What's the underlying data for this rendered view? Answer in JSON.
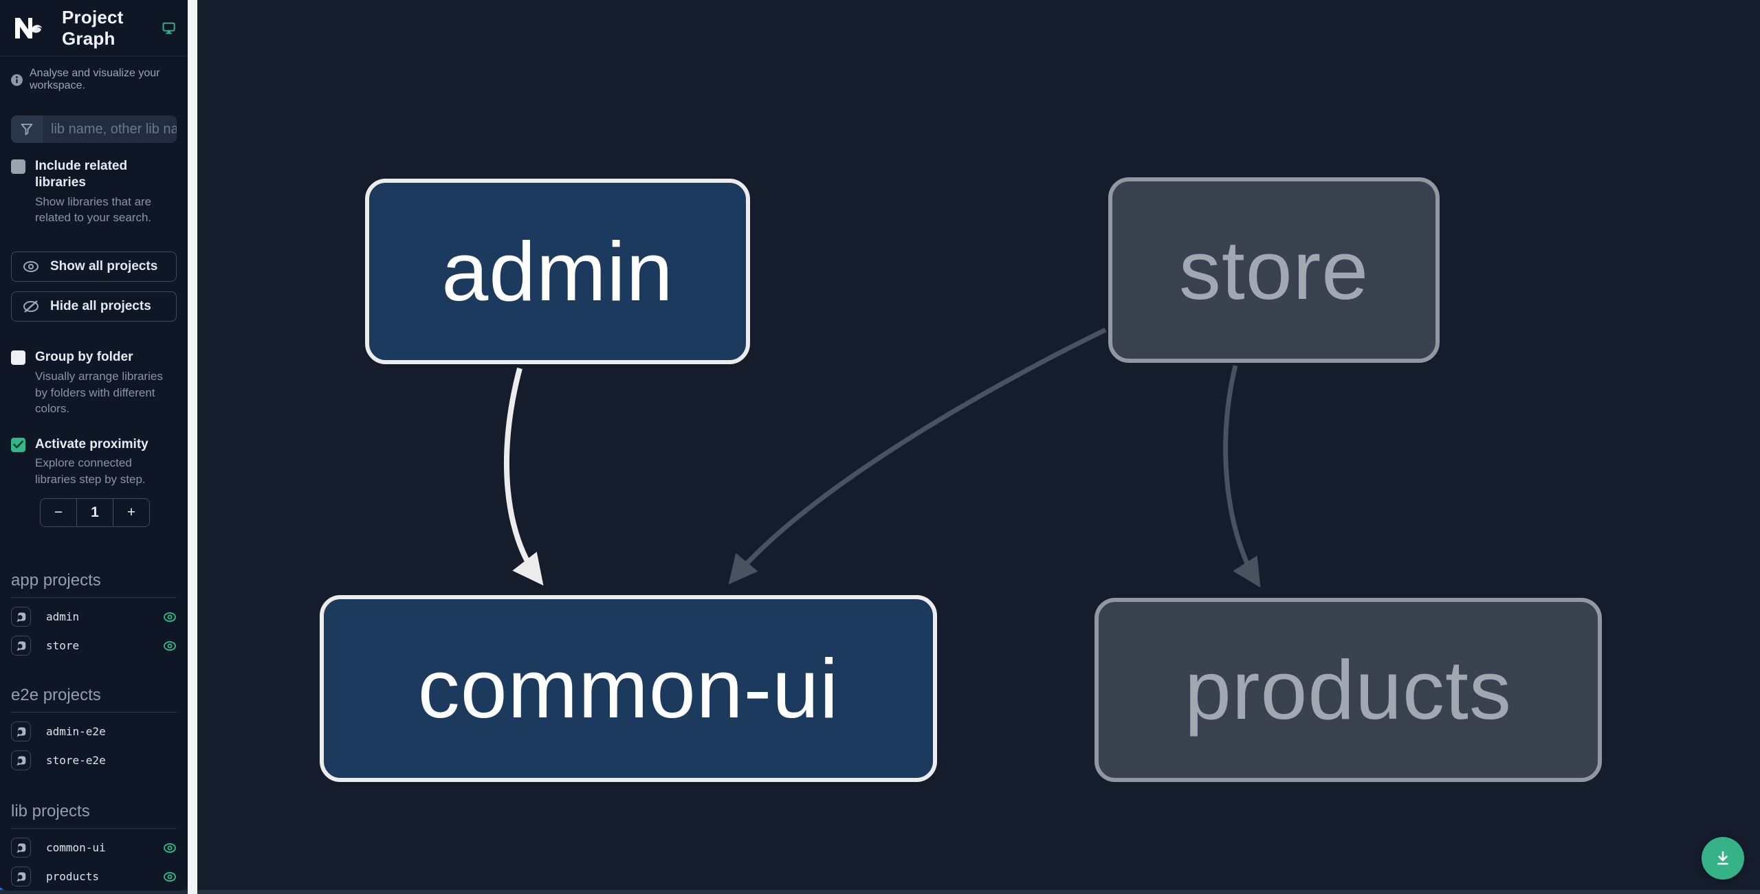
{
  "app": {
    "title": "Project Graph",
    "subtitle": "Analyse and visualize your workspace."
  },
  "filter": {
    "placeholder": "lib name, other lib name"
  },
  "options": {
    "include_related": {
      "label": "Include related libraries",
      "description": "Show libraries that are related to your search.",
      "checked": false
    },
    "group_by_folder": {
      "label": "Group by folder",
      "description": "Visually arrange libraries by folders with different colors.",
      "checked": false
    },
    "activate_proximity": {
      "label": "Activate proximity",
      "description": "Explore connected libraries step by step.",
      "checked": true
    },
    "proximity": {
      "decrement": "−",
      "value": "1",
      "increment": "+"
    }
  },
  "actions": {
    "show_all": "Show all projects",
    "hide_all": "Hide all projects"
  },
  "sections": {
    "app": {
      "title": "app projects",
      "items": [
        {
          "name": "admin",
          "visible": true
        },
        {
          "name": "store",
          "visible": true
        }
      ]
    },
    "e2e": {
      "title": "e2e projects",
      "items": [
        {
          "name": "admin-e2e",
          "visible": false
        },
        {
          "name": "store-e2e",
          "visible": false
        }
      ]
    },
    "lib": {
      "title": "lib projects",
      "items": [
        {
          "name": "common-ui",
          "visible": true
        },
        {
          "name": "products",
          "visible": true
        }
      ]
    }
  },
  "graph": {
    "nodes": [
      {
        "id": "admin",
        "label": "admin",
        "type": "app",
        "highlighted": true
      },
      {
        "id": "store",
        "label": "store",
        "type": "app",
        "highlighted": false
      },
      {
        "id": "common-ui",
        "label": "common-ui",
        "type": "lib",
        "highlighted": true
      },
      {
        "id": "products",
        "label": "products",
        "type": "lib",
        "highlighted": false
      }
    ],
    "edges": [
      {
        "source": "admin",
        "target": "common-ui",
        "highlighted": true
      },
      {
        "source": "store",
        "target": "common-ui",
        "highlighted": false
      },
      {
        "source": "store",
        "target": "products",
        "highlighted": false
      }
    ]
  },
  "colors": {
    "accent_teal": "#2eb988",
    "node_focused_fill": "#1c3a5e",
    "node_focused_border": "#ececec",
    "node_dim_fill": "#3b424f",
    "node_dim_border": "#9298a2",
    "edge_highlight": "#ececec",
    "edge_dim": "#4a5260",
    "sidebar_bg": "#0f1727",
    "canvas_bg": "#151c2c"
  },
  "icons": {
    "logo": "nx-logo",
    "monitor": "monitor-icon",
    "info": "info-icon",
    "funnel": "funnel-icon",
    "eye": "eye-icon",
    "eye_slash": "eye-slash-icon",
    "focus": "focus-icon",
    "download": "download-icon"
  }
}
